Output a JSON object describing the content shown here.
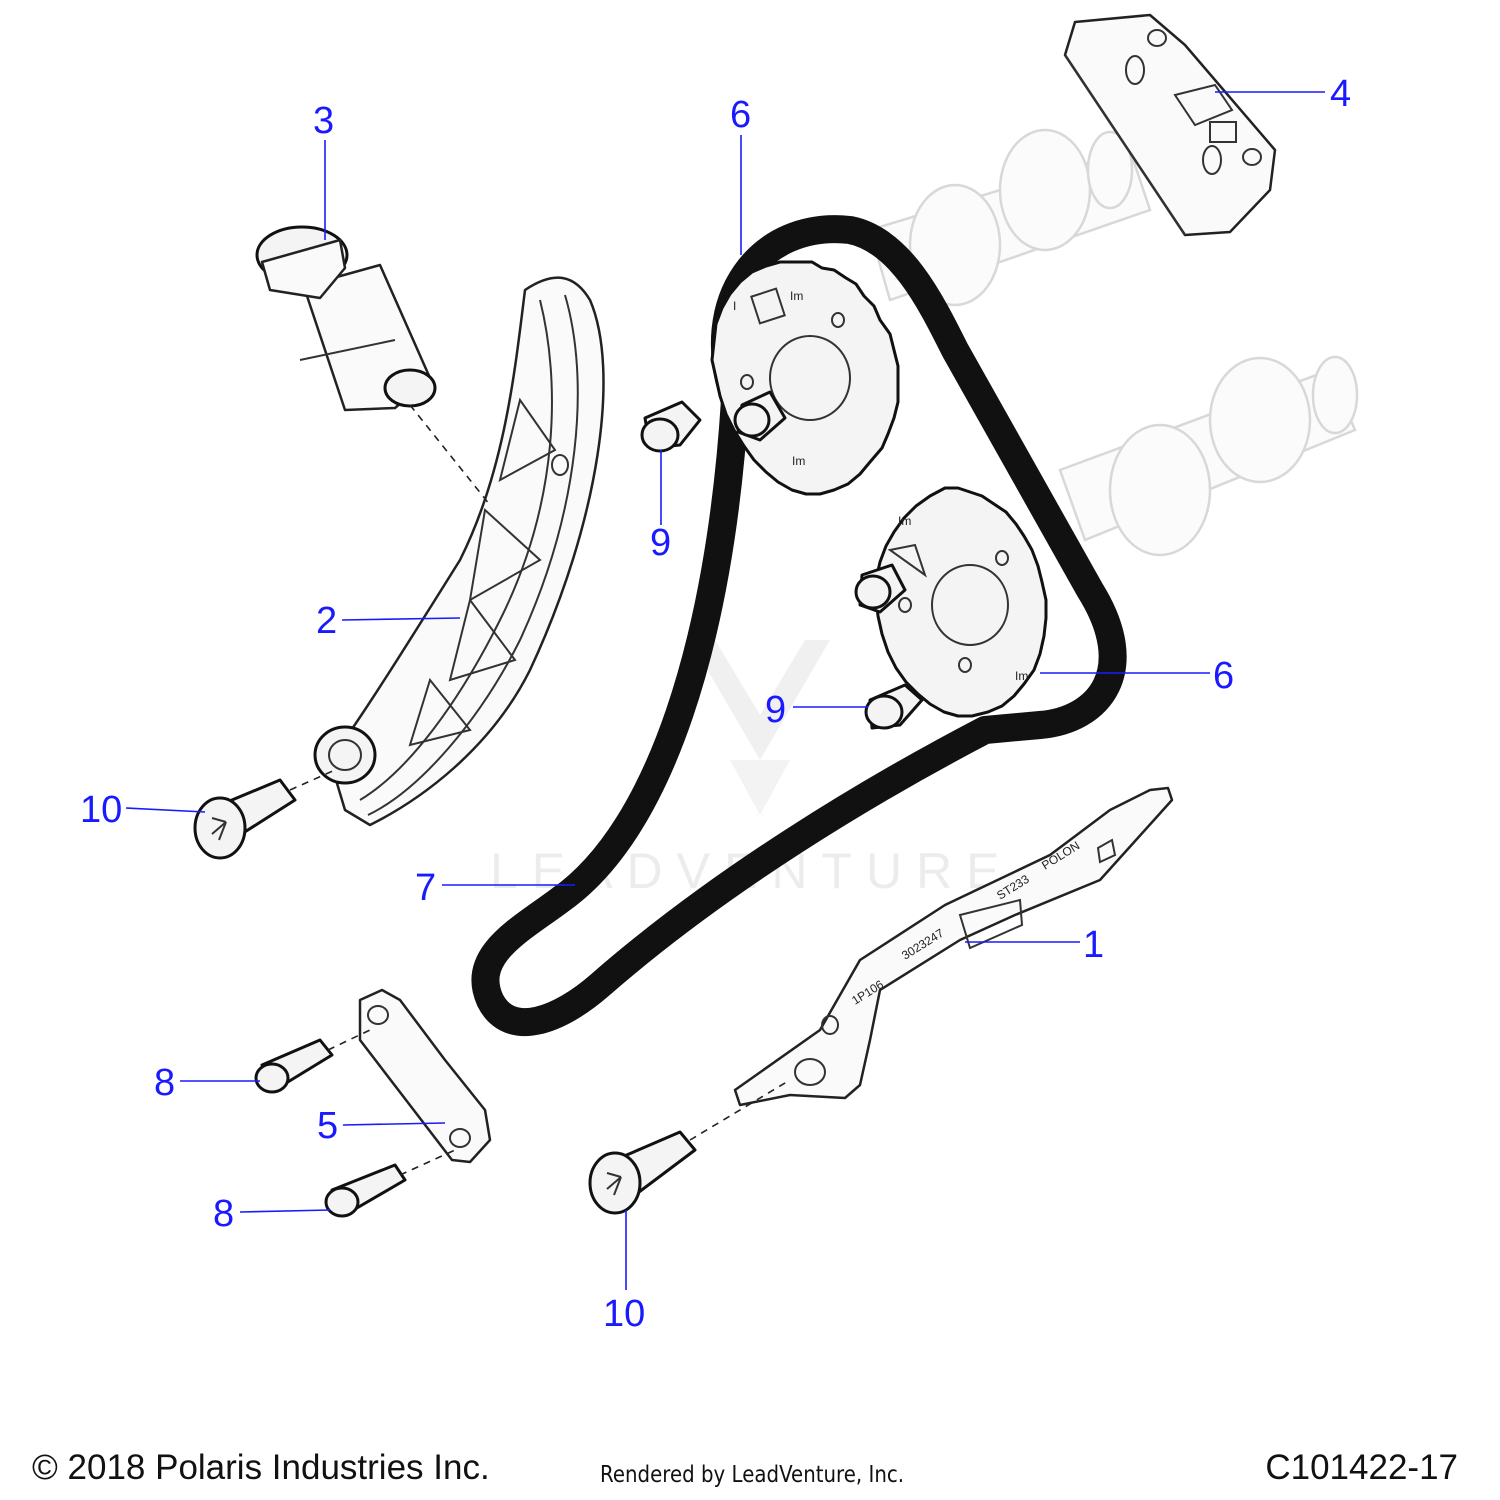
{
  "callouts": [
    {
      "id": "c1",
      "label": "1"
    },
    {
      "id": "c2",
      "label": "2"
    },
    {
      "id": "c3",
      "label": "3"
    },
    {
      "id": "c4",
      "label": "4"
    },
    {
      "id": "c5",
      "label": "5"
    },
    {
      "id": "c6a",
      "label": "6"
    },
    {
      "id": "c6b",
      "label": "6"
    },
    {
      "id": "c7",
      "label": "7"
    },
    {
      "id": "c8a",
      "label": "8"
    },
    {
      "id": "c8b",
      "label": "8"
    },
    {
      "id": "c9a",
      "label": "9"
    },
    {
      "id": "c9b",
      "label": "9"
    },
    {
      "id": "c10a",
      "label": "10"
    },
    {
      "id": "c10b",
      "label": "10"
    }
  ],
  "watermark": "LEADVENTURE",
  "footer": {
    "copyright": "© 2018 Polaris Industries Inc.",
    "rendered_by": "Rendered by LeadVenture, Inc.",
    "drawing_number": "C101422-17"
  },
  "colors": {
    "callout": "#1a1aff",
    "outline": "#111111"
  }
}
